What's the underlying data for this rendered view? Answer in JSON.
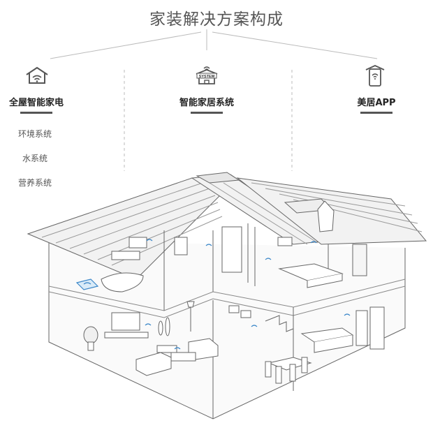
{
  "title": "家装解决方案构成",
  "columns": [
    {
      "label": "全屋智能家电",
      "icon": "house-wifi-icon"
    },
    {
      "label": "智能家居系统",
      "icon": "system-house-icon",
      "icon_text": "SYSTEM"
    },
    {
      "label": "美居APP",
      "icon": "phone-app-icon"
    }
  ],
  "sub_items": [
    "环境系统",
    "水系统",
    "营养系统"
  ],
  "colors": {
    "line": "#bbbbbb",
    "stroke": "#666666",
    "accent": "#3a86c8"
  }
}
